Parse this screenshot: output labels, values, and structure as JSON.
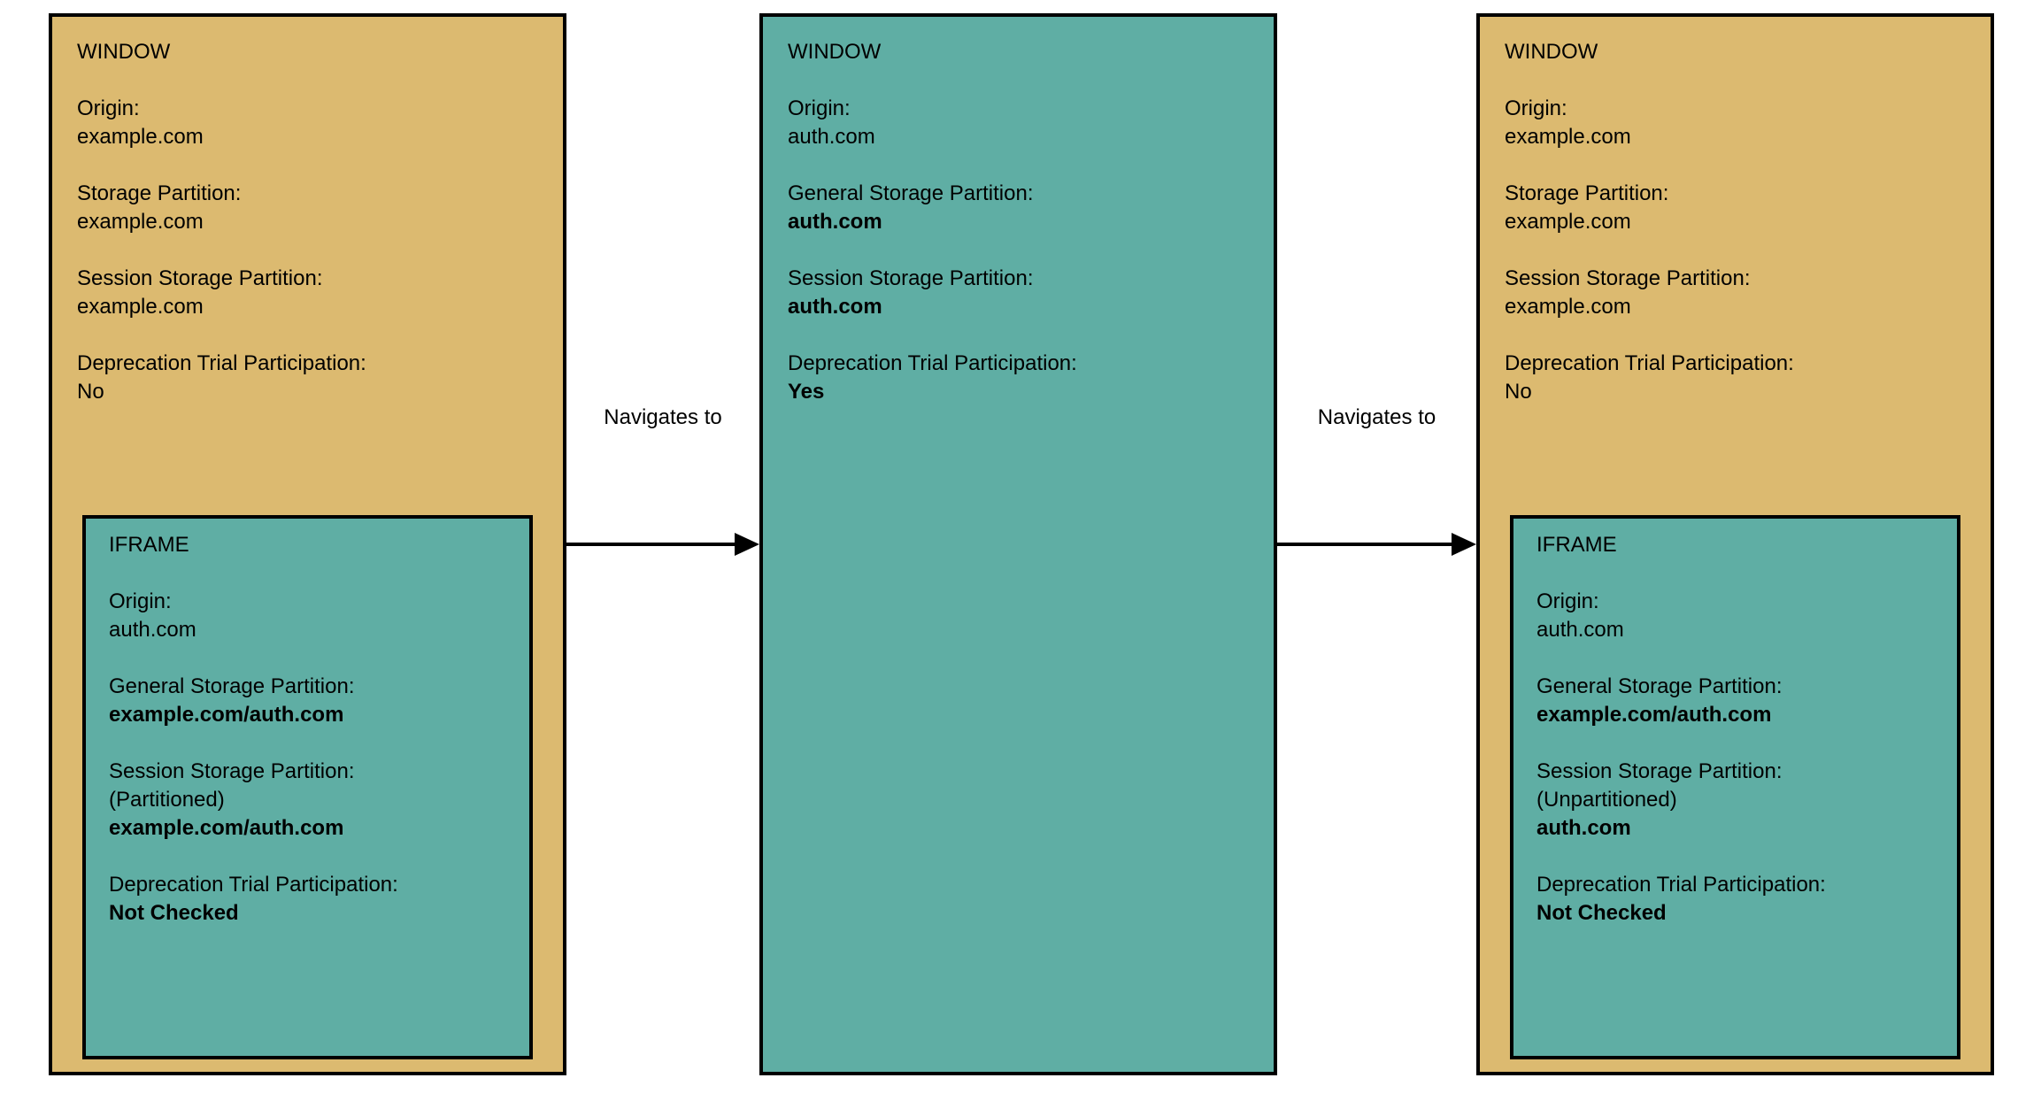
{
  "colors": {
    "window_tan": "#DCBA70",
    "teal": "#5FAEA4",
    "ink": "#000000",
    "bg": "#FFFFFF"
  },
  "windows": [
    {
      "title": "WINDOW",
      "paragraphs": [
        {
          "label": "Origin:",
          "value": "example.com"
        },
        {
          "label": "Storage Partition:",
          "value": "example.com"
        },
        {
          "label": "Session Storage Partition:",
          "value": "example.com"
        },
        {
          "label": "Deprecation Trial Participation:",
          "value": "No"
        }
      ],
      "iframe": {
        "title": "IFRAME",
        "paragraphs": [
          {
            "label": "Origin:",
            "value": "auth.com"
          },
          {
            "label": "General Storage Partition:",
            "value": "example.com/auth.com"
          },
          {
            "label": "Session Storage Partition:",
            "note": "(Partitioned)",
            "value": "example.com/auth.com"
          },
          {
            "label": "Deprecation Trial Participation:",
            "value": "Not Checked"
          }
        ]
      }
    },
    {
      "title": "WINDOW",
      "paragraphs": [
        {
          "label": "Origin:",
          "value": "auth.com"
        },
        {
          "label": "General Storage Partition:",
          "value": "auth.com"
        },
        {
          "label": "Session Storage Partition:",
          "value": "auth.com"
        },
        {
          "label": "Deprecation Trial Participation:",
          "value": "Yes"
        }
      ]
    },
    {
      "title": "WINDOW",
      "paragraphs": [
        {
          "label": "Origin:",
          "value": "example.com"
        },
        {
          "label": "Storage Partition:",
          "value": "example.com"
        },
        {
          "label": "Session Storage Partition:",
          "value": "example.com"
        },
        {
          "label": "Deprecation Trial Participation:",
          "value": "No"
        }
      ],
      "iframe": {
        "title": "IFRAME",
        "paragraphs": [
          {
            "label": "Origin:",
            "value": "auth.com"
          },
          {
            "label": "General Storage Partition:",
            "value": "example.com/auth.com"
          },
          {
            "label": "Session Storage Partition:",
            "note": "(Unpartitioned)",
            "value": "auth.com"
          },
          {
            "label": "Deprecation Trial Participation:",
            "value": "Not Checked"
          }
        ]
      }
    }
  ],
  "arrows": [
    {
      "label": "Navigates to"
    },
    {
      "label": "Navigates to"
    }
  ]
}
